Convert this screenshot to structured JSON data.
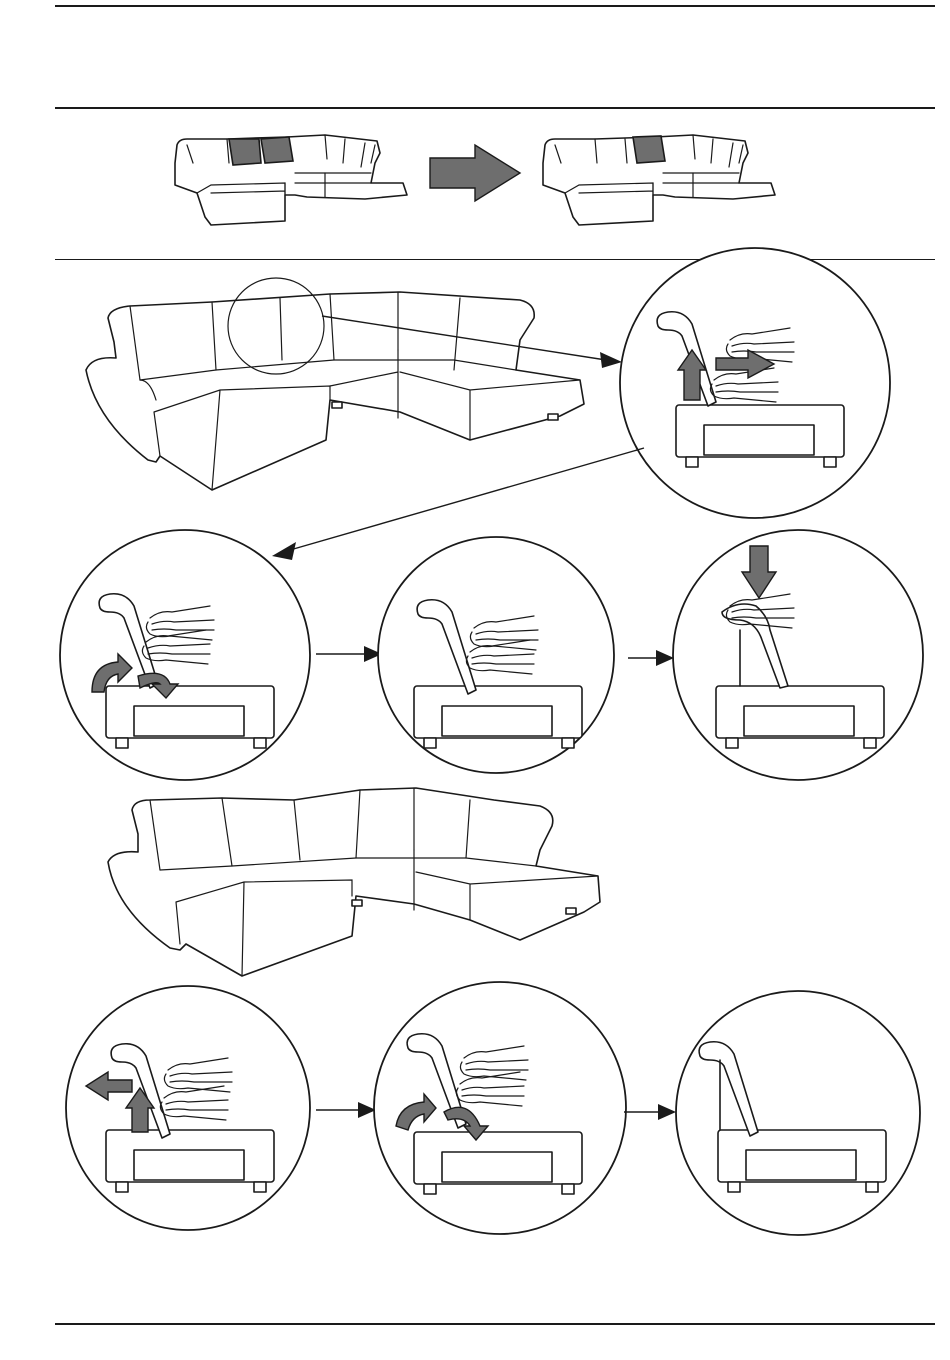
{
  "page": {
    "colors": {
      "line": "#1a1a1a",
      "highlight_fill": "#6e6e6e",
      "background": "#ffffff"
    },
    "sections": [
      "overview-headrest-swap",
      "remove-headrest-steps",
      "install-headrest-steps"
    ],
    "icons": [
      "arrow-right-icon",
      "arrow-up-icon",
      "arrow-down-icon",
      "arrow-left-icon",
      "rotate-arrow-icon",
      "hand-icon",
      "magnifier-circle-icon"
    ]
  }
}
